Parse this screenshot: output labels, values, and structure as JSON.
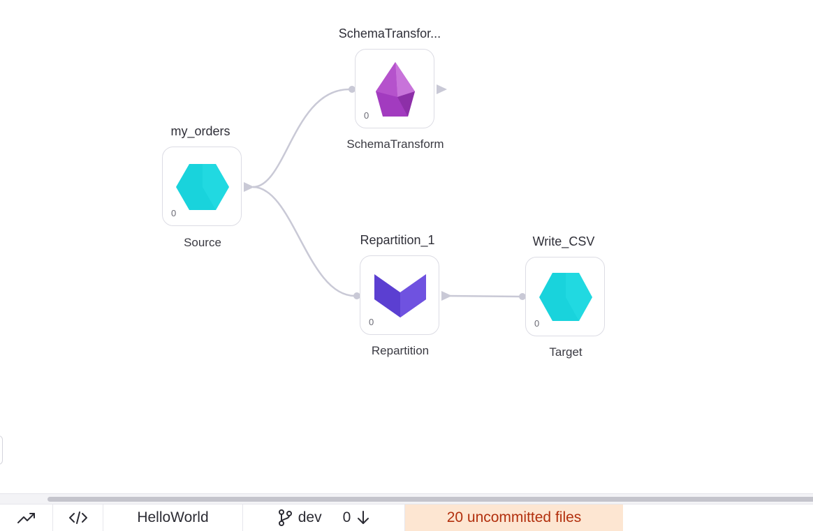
{
  "canvas": {
    "nodes": [
      {
        "id": "my_orders",
        "title": "my_orders",
        "type": "Source",
        "count": "0",
        "icon": "source-hexagon-icon",
        "color": "#19d3dc"
      },
      {
        "id": "schematransform",
        "title": "SchemaTransfor...",
        "type": "SchemaTransform",
        "count": "0",
        "icon": "schema-transform-crystal-icon",
        "color": "#a23bbf"
      },
      {
        "id": "repartition_1",
        "title": "Repartition_1",
        "type": "Repartition",
        "count": "0",
        "icon": "repartition-chevron-icon",
        "color": "#5b3fd1"
      },
      {
        "id": "write_csv",
        "title": "Write_CSV",
        "type": "Target",
        "count": "0",
        "icon": "target-hexagon-icon",
        "color": "#19d3dc"
      }
    ]
  },
  "footer": {
    "metrics_icon": "trending-up-icon",
    "code_icon": "code-icon",
    "project": "HelloWorld",
    "branch_icon": "git-branch-icon",
    "branch": "dev",
    "pull_count": "0",
    "pull_icon": "arrow-down-icon",
    "uncommitted": "20 uncommitted files"
  }
}
